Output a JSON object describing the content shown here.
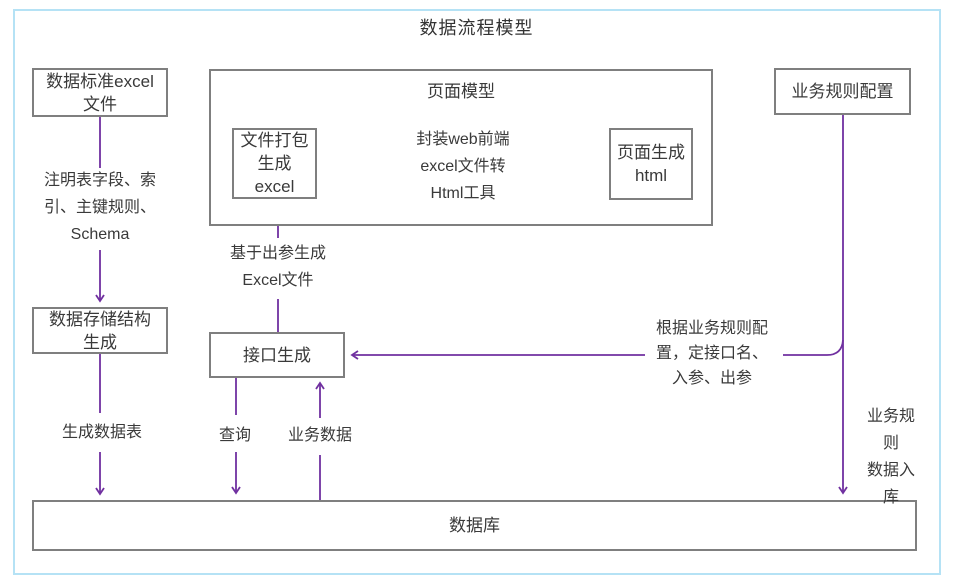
{
  "title": "数据流程模型",
  "nodes": {
    "data_standard_excel": "数据标准excel\n文件",
    "page_model": "页面模型",
    "file_package": "文件打包\n生成\nexcel",
    "page_gen_html": "页面生成\nhtml",
    "business_rules": "业务规则配置",
    "data_storage": "数据存储结构\n生成",
    "api_gen": "接口生成",
    "database": "数据库"
  },
  "edge_labels": {
    "schema_note": "注明表字段、索\n引、主键规则、\nSchema",
    "wrap_tool": "封装web前端\nexcel文件转\nHtml工具",
    "excel_from_output": "基于出参生成\nExcel文件",
    "gen_data_table": "生成数据表",
    "query": "查询",
    "business_data": "业务数据",
    "rules_to_api": "根据业务规则配\n置，定接口名、\n入参、出参",
    "rules_into_db": "业务规则\n数据入库"
  },
  "colors": {
    "frame_border": "#b5e2f5",
    "shape_border": "#7f7f7f",
    "text": "#3a3a3a",
    "arrow": "#7030a0"
  }
}
